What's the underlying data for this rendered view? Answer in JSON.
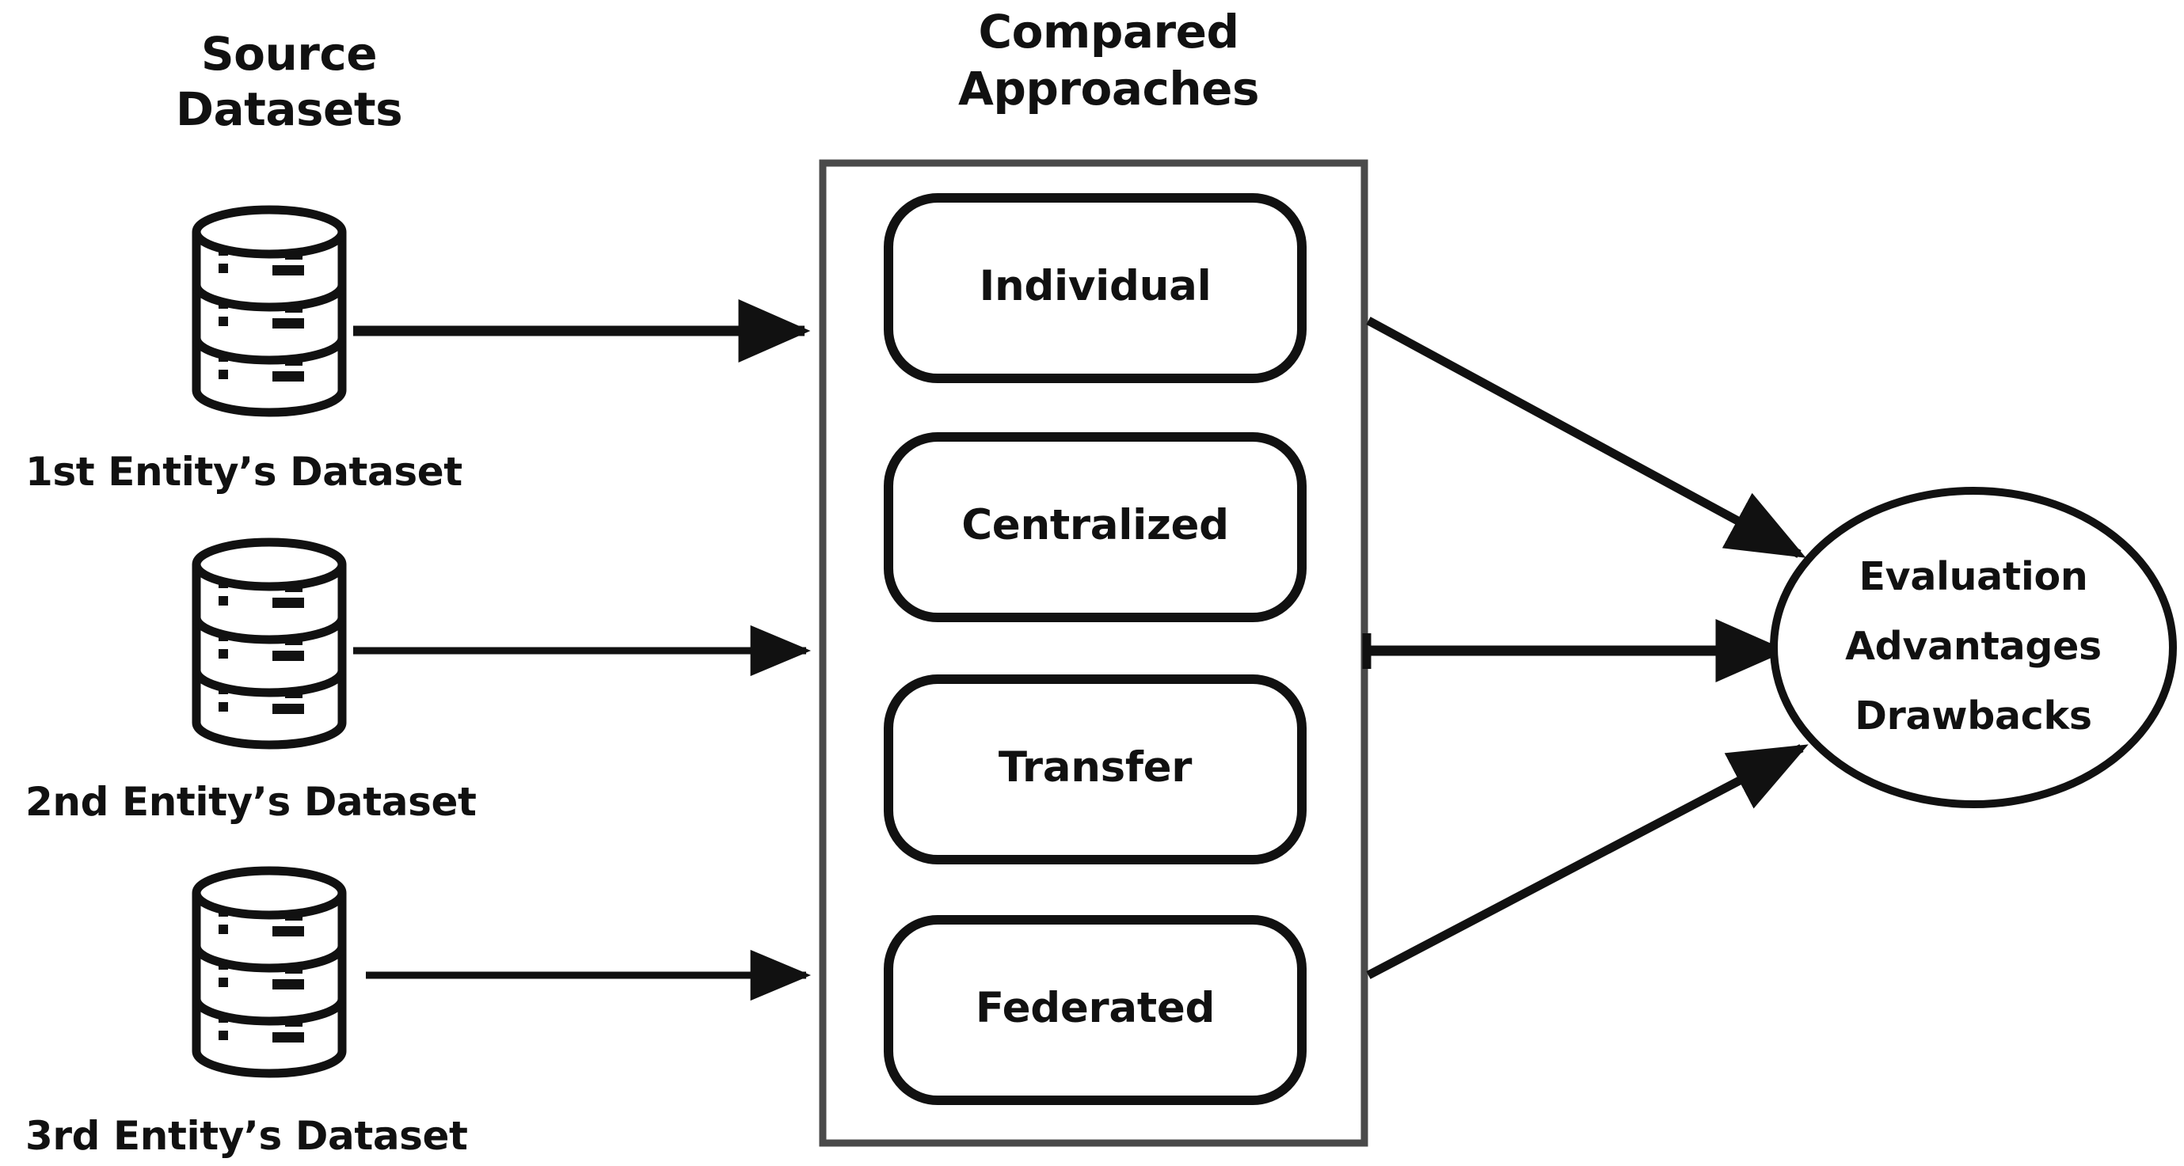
{
  "headings": {
    "source": {
      "line1": "Source",
      "line2": "Datasets"
    },
    "approaches": {
      "line1": "Compared",
      "line2": "Approaches"
    }
  },
  "datasets": [
    {
      "label": "1st Entity’s Dataset",
      "icon": "database-icon"
    },
    {
      "label": "2nd Entity’s Dataset",
      "icon": "database-icon"
    },
    {
      "label": "3rd Entity’s Dataset",
      "icon": "database-icon"
    }
  ],
  "approaches": [
    {
      "label": "Individual"
    },
    {
      "label": "Centralized"
    },
    {
      "label": "Transfer"
    },
    {
      "label": "Federated"
    }
  ],
  "outcome": {
    "lines": [
      "Evaluation",
      "Advantages",
      "Drawbacks"
    ]
  },
  "connectors": {
    "dataset_to_box": [
      "arrow-dataset-1",
      "arrow-dataset-2",
      "arrow-dataset-3"
    ],
    "box_to_outcome": [
      "arrow-top-diagonal",
      "arrow-middle-horizontal",
      "arrow-bottom-diagonal"
    ]
  },
  "colors": {
    "stroke": "#111111",
    "background": "#ffffff",
    "container_border": "#4a4a4a"
  }
}
